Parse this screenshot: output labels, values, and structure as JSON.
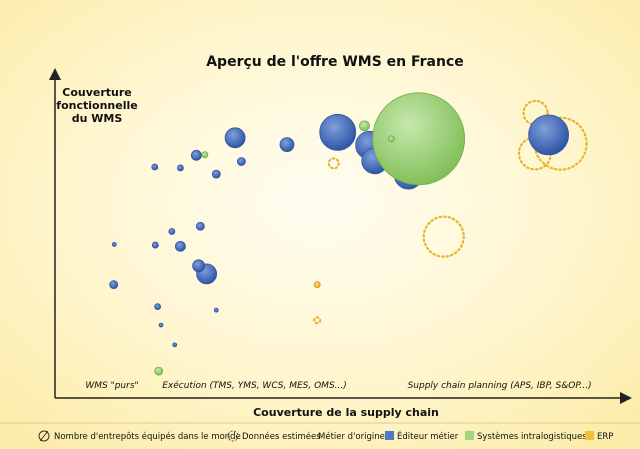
{
  "chart_data": {
    "type": "scatter",
    "title": "Aperçu de l'offre WMS en France",
    "xlabel": "Couverture de la supply chain",
    "ylabel": "Couverture\nfonctionnelle\ndu WMS",
    "xlim": [
      0,
      100
    ],
    "ylim": [
      0,
      100
    ],
    "zones": [
      {
        "label": "WMS \"purs\"",
        "x": 10
      },
      {
        "label": "Exécution (TMS, YMS, WCS, MES, OMS...)",
        "x": 35
      },
      {
        "label": "Supply chain planning (APS, IBP, S&OP...)",
        "x": 78
      }
    ],
    "colors": {
      "editeur": "#4f79c4",
      "editeur_dark": "#2f55a6",
      "intralog": "#a3d47f",
      "erp": "#f2c13a",
      "estimated_outline": "#e3b72b"
    },
    "series": [
      {
        "name": "Éditeur métier",
        "key": "editeur",
        "points": [
          {
            "x": 31.6,
            "y": 80.3,
            "size": 10
          },
          {
            "x": 40.7,
            "y": 78.2,
            "size": 7
          },
          {
            "x": 24.8,
            "y": 74.9,
            "size": 5
          },
          {
            "x": 32.7,
            "y": 73.0,
            "size": 4
          },
          {
            "x": 17.5,
            "y": 71.3,
            "size": 3
          },
          {
            "x": 22.0,
            "y": 71.0,
            "size": 3
          },
          {
            "x": 28.3,
            "y": 69.1,
            "size": 4
          },
          {
            "x": 49.6,
            "y": 82.0,
            "size": 18
          },
          {
            "x": 55.2,
            "y": 78.0,
            "size": 14
          },
          {
            "x": 60.3,
            "y": 74.5,
            "size": 15
          },
          {
            "x": 56.1,
            "y": 73.2,
            "size": 13
          },
          {
            "x": 62.0,
            "y": 68.8,
            "size": 14
          },
          {
            "x": 86.6,
            "y": 81.2,
            "size": 20
          },
          {
            "x": 25.5,
            "y": 53.0,
            "size": 4
          },
          {
            "x": 20.5,
            "y": 51.4,
            "size": 3
          },
          {
            "x": 17.6,
            "y": 47.2,
            "size": 3
          },
          {
            "x": 22.0,
            "y": 46.8,
            "size": 5
          },
          {
            "x": 10.4,
            "y": 47.4,
            "size": 2
          },
          {
            "x": 25.2,
            "y": 40.8,
            "size": 6
          },
          {
            "x": 26.6,
            "y": 38.3,
            "size": 10
          },
          {
            "x": 10.3,
            "y": 35.0,
            "size": 4
          },
          {
            "x": 18.0,
            "y": 28.2,
            "size": 3
          },
          {
            "x": 28.3,
            "y": 27.1,
            "size": 2
          },
          {
            "x": 18.6,
            "y": 22.5,
            "size": 2
          },
          {
            "x": 21.0,
            "y": 16.4,
            "size": 2
          }
        ]
      },
      {
        "name": "Systèmes intralogistiques",
        "key": "intralog",
        "points": [
          {
            "x": 54.3,
            "y": 84.0,
            "size": 5
          },
          {
            "x": 59.0,
            "y": 80.0,
            "size": 3
          },
          {
            "x": 63.8,
            "y": 80.0,
            "size": 46
          },
          {
            "x": 26.3,
            "y": 75.1,
            "size": 3
          },
          {
            "x": 18.2,
            "y": 8.3,
            "size": 4
          }
        ]
      },
      {
        "name": "ERP",
        "key": "erp",
        "points": [
          {
            "x": 46.0,
            "y": 35.0,
            "size": 3
          }
        ]
      }
    ],
    "estimated": [
      {
        "x": 84.3,
        "y": 88.0,
        "size": 12
      },
      {
        "x": 88.7,
        "y": 78.5,
        "size": 26
      },
      {
        "x": 84.2,
        "y": 75.5,
        "size": 16
      },
      {
        "x": 68.2,
        "y": 49.8,
        "size": 20
      },
      {
        "x": 70.0,
        "y": 76.0,
        "size": 4
      },
      {
        "x": 48.9,
        "y": 72.4,
        "size": 5
      },
      {
        "x": 46.0,
        "y": 24.0,
        "size": 3
      }
    ],
    "legend": {
      "size_note": "Nombre d'entrepôts équipés dans le monde",
      "estimated": "Données estimées",
      "origin_label": "Métier d'origine :",
      "entries": [
        "Éditeur métier",
        "Systèmes intralogistiques",
        "ERP"
      ]
    }
  }
}
